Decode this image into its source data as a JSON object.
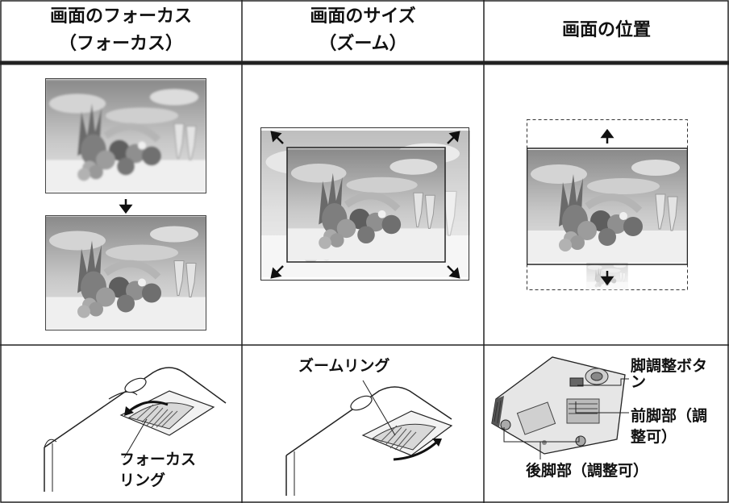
{
  "headers": {
    "focus": {
      "line1": "画面のフォーカス",
      "line2": "（フォーカス）"
    },
    "size": {
      "line1": "画面のサイズ",
      "line2": "（ズーム）"
    },
    "position": {
      "line1": "画面の位置"
    }
  },
  "callouts": {
    "focus_ring_line1": "フォーカス",
    "focus_ring_line2": "リング",
    "zoom_ring": "ズームリング",
    "foot_button_line1": "脚調整ボタ",
    "foot_button_line2": "ン",
    "front_foot_line1": "前脚部（調",
    "front_foot_line2": "整可）",
    "rear_foot": "後脚部（調整可）"
  }
}
